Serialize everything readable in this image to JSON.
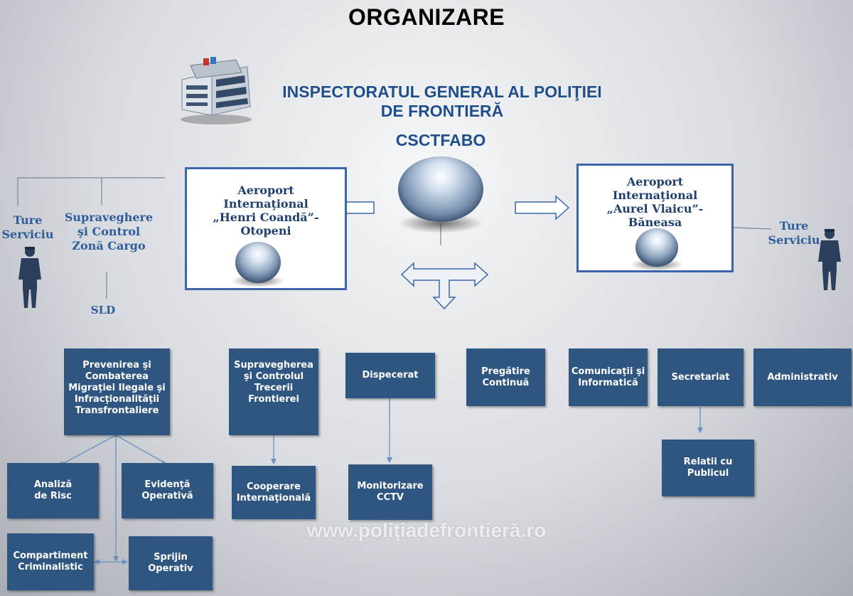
{
  "title": "ORGANIZARE",
  "organization": {
    "name_line1": "INSPECTORATUL GENERAL AL POLIŢIEI",
    "name_line2": "DE FRONTIERĂ"
  },
  "unit": "CSCTFABO",
  "airports": {
    "left": [
      "Aeroport",
      "Internaţional",
      "„Henri Coandă”-",
      "Otopeni"
    ],
    "right": [
      "Aeroport",
      "Internaţional",
      "„Aurel Vlaicu”-",
      "Băneasa"
    ]
  },
  "side_units": {
    "ture_serviciu_left": [
      "Ture",
      "Serviciu"
    ],
    "cargo": [
      "Supraveghere",
      "şi Control",
      "Zonă Cargo"
    ],
    "sld": "SLD",
    "ture_serviciu_right": [
      "Ture",
      "Serviciu"
    ]
  },
  "departments": {
    "prevenirea": [
      "Prevenirea şi",
      "Combaterea",
      "Migraţiei Ilegale şi",
      "Infracţionalităţii",
      "Transfrontaliere"
    ],
    "supravegherea": [
      "Supravegherea",
      "şi Controlul",
      "Trecerii",
      "Frontierei"
    ],
    "dispecerat": [
      "Dispecerat"
    ],
    "pregatire": [
      "Pregătire",
      "Continuă"
    ],
    "comunicatii": [
      "Comunicaţii şi",
      "Informatică"
    ],
    "secretariat": [
      "Secretariat"
    ],
    "administrativ": [
      "Administrativ"
    ],
    "analiza": [
      "Analiză",
      "de Risc"
    ],
    "evidenta": [
      "Evidenţă",
      "Operativă"
    ],
    "compartiment": [
      "Compartiment",
      "Criminalistic"
    ],
    "sprijin": [
      "Sprijin",
      "Operativ"
    ],
    "cooperare": [
      "Cooperare",
      "Internaţională"
    ],
    "monitorizare": [
      "Monitorizare",
      "CCTV"
    ],
    "relatii": [
      "Relatii cu",
      "Publicul"
    ]
  },
  "watermark": "www.poliţiadefrontieră.ro",
  "colors": {
    "box_fill": "#2f5680",
    "title_blue": "#1f4e8c",
    "airport_border": "#3b66a8",
    "connector": "#6a8fc0"
  }
}
